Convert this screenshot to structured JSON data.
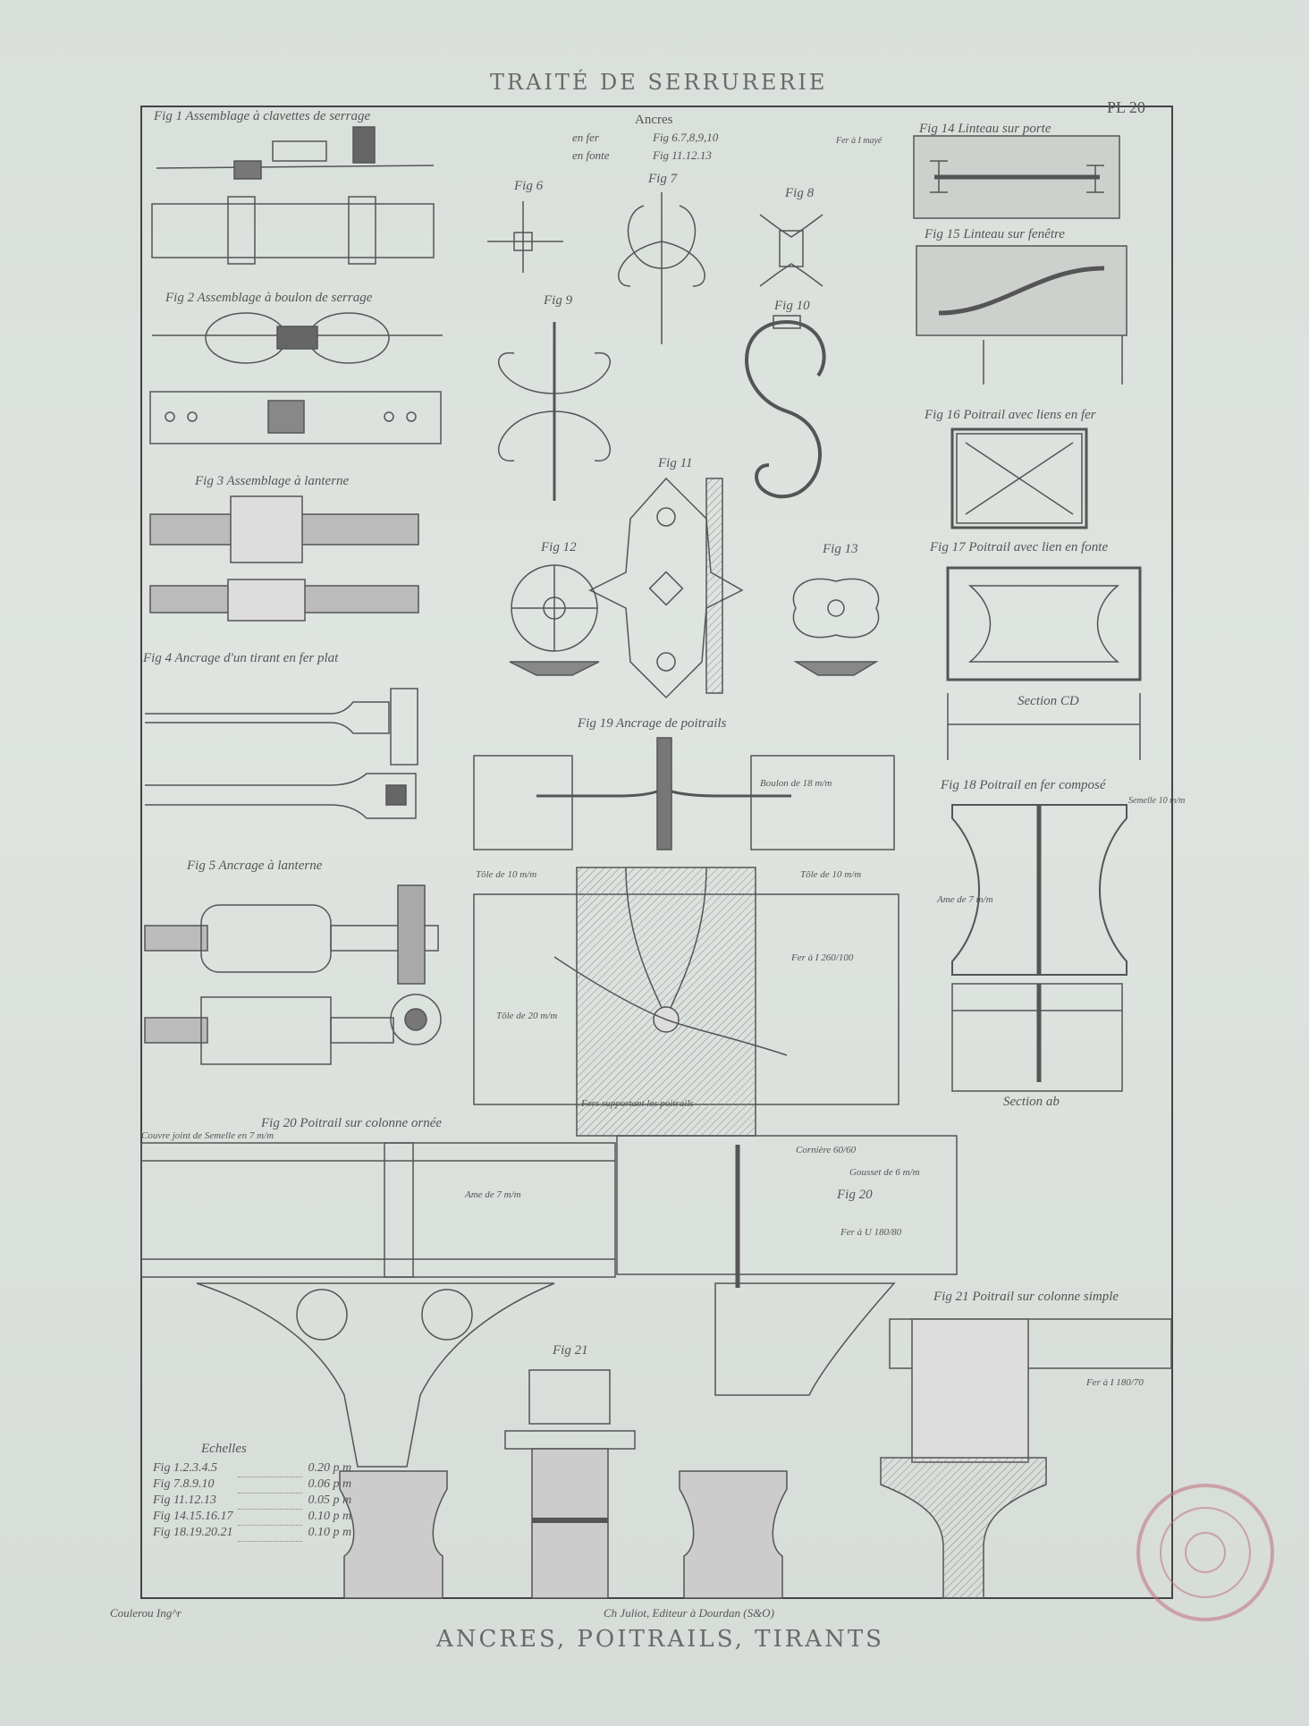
{
  "header": {
    "title": "TRAITÉ DE SERRURERIE",
    "plate": "PL 20"
  },
  "ancres": {
    "title": "Ancres",
    "en_fer": "en fer",
    "en_fer_figs": "Fig 6.7,8,9,10",
    "en_fonte": "en fonte",
    "en_fonte_figs": "Fig 11.12.13",
    "note": "Fer à I mayé"
  },
  "figures": {
    "fig1": "Fig 1  Assemblage à clavettes de serrage",
    "fig2": "Fig 2  Assemblage à boulon de serrage",
    "fig3": "Fig 3  Assemblage à lanterne",
    "fig4": "Fig 4  Ancrage d'un tirant en fer plat",
    "fig5": "Fig 5  Ancrage à lanterne",
    "fig6": "Fig 6",
    "fig7": "Fig 7",
    "fig8": "Fig 8",
    "fig9": "Fig 9",
    "fig10": "Fig 10",
    "fig11": "Fig 11",
    "fig12": "Fig 12",
    "fig13": "Fig 13",
    "fig14": "Fig 14  Linteau sur porte",
    "fig15": "Fig 15  Linteau sur fenêtre",
    "fig16": "Fig 16  Poitrail avec liens en fer",
    "fig17": "Fig 17  Poitrail avec lien en fonte",
    "section_cd": "Section CD",
    "fig18": "Fig 18  Poitrail en fer composé",
    "section_ab": "Section ab",
    "fig19": "Fig 19  Ancrage de poitrails",
    "fig20": "Fig 20  Poitrail sur colonne ornée",
    "fig20b": "Fig 20",
    "fig21": "Fig 21  Poitrail sur colonne simple",
    "fig21b": "Fig 21"
  },
  "annotations": {
    "a1": "Boulon de 18 m/m",
    "a2": "Tôle de 10 m/m",
    "a3": "Tôle de 10 m/m",
    "a4": "Fer à I 260/100",
    "a5": "Tôle de 20 m/m",
    "a6": "Fers supportant les poitrails",
    "a7": "Ame de 7 m/m",
    "a8": "Couvre joint de Semelle en 7 m/m",
    "a9": "Ame de 7 m/m",
    "a10": "Cornière 60/60",
    "a11": "Gousset de 6 m/m",
    "a12": "Fer à U 180/80",
    "a13": "Fer à I 180/70",
    "a14": "Semelle 10 m/m"
  },
  "echelles": {
    "title": "Echelles",
    "rows": [
      {
        "figs": "Fig 1.2.3.4.5",
        "scale": "0.20 p m"
      },
      {
        "figs": "Fig 7.8.9.10",
        "scale": "0.06 p m"
      },
      {
        "figs": "Fig 11.12.13",
        "scale": "0.05 p m"
      },
      {
        "figs": "Fig 14.15.16.17",
        "scale": "0.10 p m"
      },
      {
        "figs": "Fig 18.19.20.21",
        "scale": "0.10 p m"
      }
    ]
  },
  "footer": {
    "engraver": "Coulerou Ing^r",
    "publisher": "Ch Juliot, Editeur à Dourdan (S&O)",
    "plate_title": "ANCRES, POITRAILS, TIRANTS"
  },
  "colors": {
    "paper": "#dfe4e0",
    "ink": "#4a4a4a",
    "stamp": "#c07080"
  }
}
